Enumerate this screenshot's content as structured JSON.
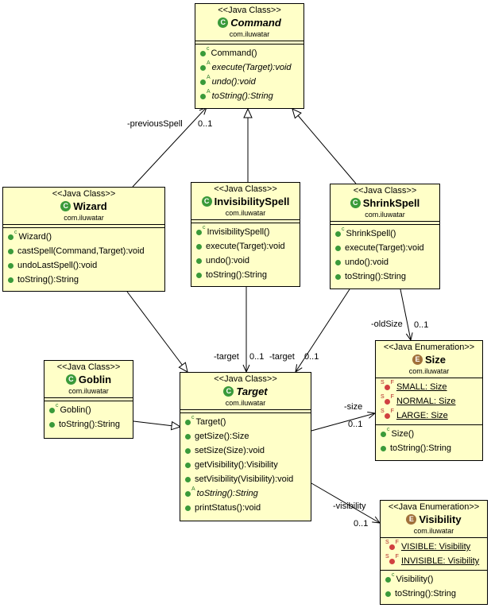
{
  "classes": {
    "command": {
      "stereotype": "<<Java Class>>",
      "name": "Command",
      "package": "com.iluwatar",
      "methods": [
        "Command()",
        "execute(Target):void",
        "undo():void",
        "toString():String"
      ]
    },
    "wizard": {
      "stereotype": "<<Java Class>>",
      "name": "Wizard",
      "package": "com.iluwatar",
      "methods": [
        "Wizard()",
        "castSpell(Command,Target):void",
        "undoLastSpell():void",
        "toString():String"
      ]
    },
    "invisibility": {
      "stereotype": "<<Java Class>>",
      "name": "InvisibilitySpell",
      "package": "com.iluwatar",
      "methods": [
        "InvisibilitySpell()",
        "execute(Target):void",
        "undo():void",
        "toString():String"
      ]
    },
    "shrink": {
      "stereotype": "<<Java Class>>",
      "name": "ShrinkSpell",
      "package": "com.iluwatar",
      "methods": [
        "ShrinkSpell()",
        "execute(Target):void",
        "undo():void",
        "toString():String"
      ]
    },
    "goblin": {
      "stereotype": "<<Java Class>>",
      "name": "Goblin",
      "package": "com.iluwatar",
      "methods": [
        "Goblin()",
        "toString():String"
      ]
    },
    "target": {
      "stereotype": "<<Java Class>>",
      "name": "Target",
      "package": "com.iluwatar",
      "methods": [
        "Target()",
        "getSize():Size",
        "setSize(Size):void",
        "getVisibility():Visibility",
        "setVisibility(Visibility):void",
        "toString():String",
        "printStatus():void"
      ]
    },
    "size": {
      "stereotype": "<<Java Enumeration>>",
      "name": "Size",
      "package": "com.iluwatar",
      "fields": [
        "SMALL: Size",
        "NORMAL: Size",
        "LARGE: Size"
      ],
      "methods": [
        "Size()",
        "toString():String"
      ]
    },
    "visibility": {
      "stereotype": "<<Java Enumeration>>",
      "name": "Visibility",
      "package": "com.iluwatar",
      "fields": [
        "VISIBLE: Visibility",
        "INVISIBLE: Visibility"
      ],
      "methods": [
        "Visibility()",
        "toString():String"
      ]
    }
  },
  "edge_labels": {
    "previous_spell": "-previousSpell",
    "previous_spell_mult": "0..1",
    "target_a": "-target",
    "target_a_mult": "0..1",
    "target_b": "-target",
    "target_b_mult": "0..1",
    "old_size": "-oldSize",
    "old_size_mult": "0..1",
    "size": "-size",
    "size_mult": "0..1",
    "visibility": "-visibility",
    "visibility_mult": "0..1"
  },
  "icons": {
    "class_icon": "C",
    "enum_icon": "E",
    "modifier_c": "c",
    "modifier_a": "A",
    "modifier_s": "S",
    "modifier_f": "F"
  },
  "colors": {
    "box_fill": "#ffffc8",
    "method_dot": "#3a9a3a",
    "field_dot": "#d04040",
    "enum_icon": "#a0703a"
  }
}
